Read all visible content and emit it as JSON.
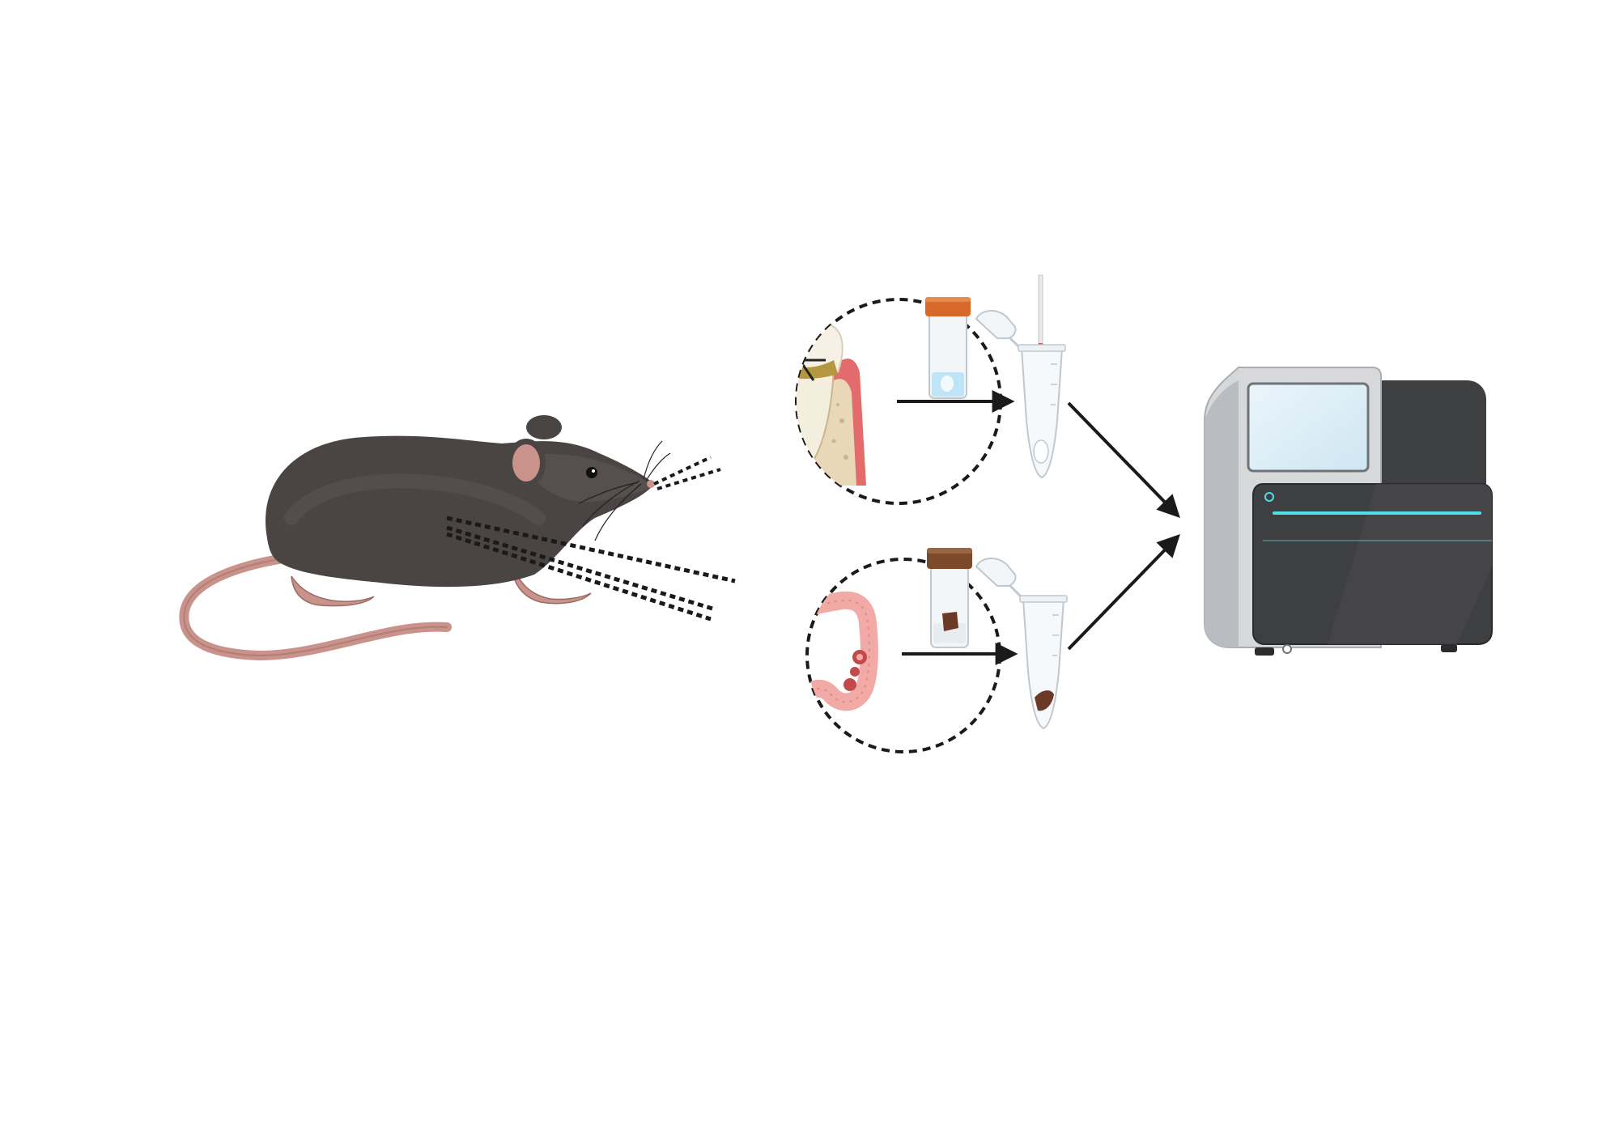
{
  "diagram": {
    "nodes": [
      {
        "id": "mouse",
        "icon": "mouse-icon"
      },
      {
        "id": "oral-sample",
        "icon": "periodontal-tooth-icon"
      },
      {
        "id": "gut-sample",
        "icon": "colon-icon"
      },
      {
        "id": "oral-container",
        "icon": "sample-jar-liquid-icon"
      },
      {
        "id": "gut-container",
        "icon": "sample-jar-stool-icon"
      },
      {
        "id": "oral-tube",
        "icon": "tube-with-swab-icon"
      },
      {
        "id": "gut-tube",
        "icon": "tube-with-stool-icon"
      },
      {
        "id": "sequencer",
        "icon": "sequencer-icon"
      }
    ],
    "edges": [
      {
        "from": "mouse",
        "to": "oral-sample",
        "style": "dotted"
      },
      {
        "from": "mouse",
        "to": "gut-sample",
        "style": "dotted"
      },
      {
        "from": "oral-sample",
        "to": "oral-tube",
        "style": "arrow"
      },
      {
        "from": "gut-sample",
        "to": "gut-tube",
        "style": "arrow"
      },
      {
        "from": "oral-tube",
        "to": "sequencer",
        "style": "arrow"
      },
      {
        "from": "gut-tube",
        "to": "sequencer",
        "style": "arrow"
      }
    ]
  },
  "colors": {
    "mouse_body": "#4a4542",
    "mouse_skin": "#c9928a",
    "gum": "#e36b6b",
    "bone": "#e9d8b8",
    "colon": "#f1aaa6",
    "cap_orange": "#d9692a",
    "cap_brown": "#7a4a2a",
    "stool": "#6b3a26",
    "sequencer_body": "#d6d8da",
    "sequencer_dark": "#3e3f41",
    "sequencer_light": "#4fe0e6",
    "arrow": "#1a1a1a"
  }
}
